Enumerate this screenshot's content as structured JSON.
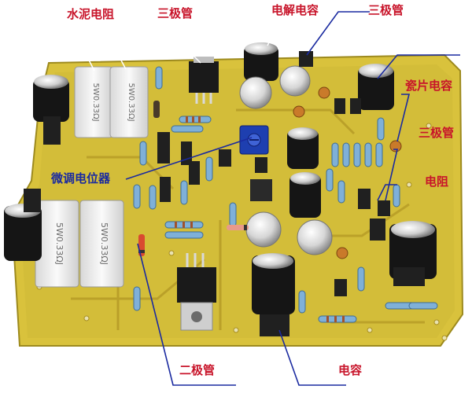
{
  "labels": {
    "cement_resistor": "水泥电阻",
    "transistor_top": "三极管",
    "electrolytic_cap": "电解电容",
    "transistor_top_right": "三极管",
    "ceramic_cap": "瓷片电容",
    "transistor_right": "三极管",
    "trimmer_pot": "微调电位器",
    "resistor": "电阻",
    "diode": "二极管",
    "capacitor": "电容"
  },
  "component_markings": {
    "resistor_a": "5W0.33ΩJ",
    "resistor_b": "5W0.33ΩJ",
    "resistor_c": "5W0.33ΩJ",
    "resistor_d": "5W0.33ΩJ"
  },
  "colors": {
    "label_red": "#c8142a",
    "label_blue": "#1a2aa0",
    "pcb": "#d9c23c",
    "leader_blue": "#1a2aa0"
  }
}
